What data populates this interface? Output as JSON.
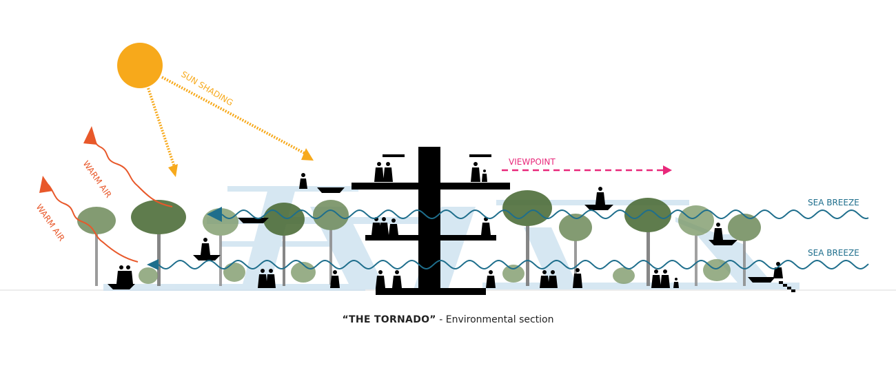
{
  "labels": {
    "sun_shading": "SUN SHADING",
    "warm_air_upper": "WARM AIR",
    "warm_air_lower": "WARM AIR",
    "viewpoint": "VIEWPOINT",
    "sea_breeze_upper": "SEA BREEZE",
    "sea_breeze_lower": "SEA BREEZE"
  },
  "caption": {
    "title": "“THE TORNADO”",
    "subtitle": " - Environmental section"
  },
  "colors": {
    "sun": "#F7A91B",
    "warm_air": "#E8582A",
    "viewpoint": "#E8287A",
    "sea_breeze": "#1E6E8C",
    "structure": "#000000",
    "ramp": "#BFD9EA",
    "palm": "#6E8A5A"
  }
}
